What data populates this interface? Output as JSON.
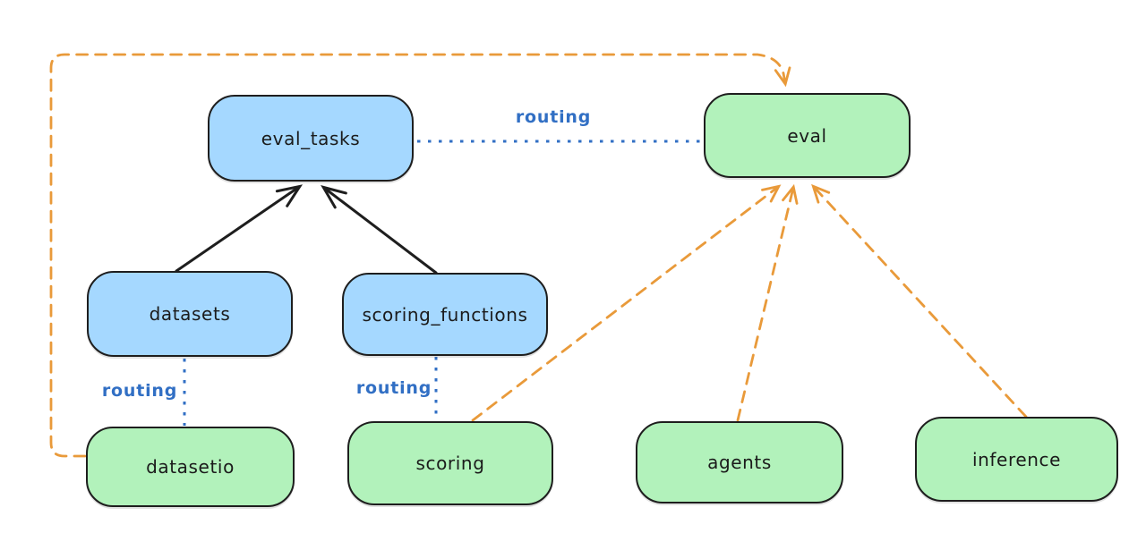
{
  "diagram": {
    "kind": "hand-drawn architecture diagram",
    "nodes": {
      "eval_tasks": {
        "label": "eval_tasks",
        "fill": "blue"
      },
      "eval": {
        "label": "eval",
        "fill": "green"
      },
      "datasets": {
        "label": "datasets",
        "fill": "blue"
      },
      "scoring_functions": {
        "label": "scoring_functions",
        "fill": "blue"
      },
      "datasetio": {
        "label": "datasetio",
        "fill": "green"
      },
      "scoring": {
        "label": "scoring",
        "fill": "green"
      },
      "agents": {
        "label": "agents",
        "fill": "green"
      },
      "inference": {
        "label": "inference",
        "fill": "green"
      }
    },
    "edges": {
      "eval_tasks_to_eval": {
        "from": "eval_tasks",
        "to": "eval",
        "style": "dotted-blue",
        "label": "routing"
      },
      "datasets_to_datasetio": {
        "from": "datasets",
        "to": "datasetio",
        "style": "dotted-blue",
        "label": "routing"
      },
      "scoring_functions_to_scoring": {
        "from": "scoring_functions",
        "to": "scoring",
        "style": "dotted-blue",
        "label": "routing"
      },
      "datasets_to_eval_tasks": {
        "from": "datasets",
        "to": "eval_tasks",
        "style": "solid-black-arrow"
      },
      "scoring_functions_to_eval_tasks": {
        "from": "scoring_functions",
        "to": "eval_tasks",
        "style": "solid-black-arrow"
      },
      "datasetio_to_eval": {
        "from": "datasetio",
        "to": "eval",
        "style": "dashed-orange-arrow",
        "route": "loop around top-left"
      },
      "scoring_to_eval": {
        "from": "scoring",
        "to": "eval",
        "style": "dashed-orange-arrow"
      },
      "agents_to_eval": {
        "from": "agents",
        "to": "eval",
        "style": "dashed-orange-arrow"
      },
      "inference_to_eval": {
        "from": "inference",
        "to": "eval",
        "style": "dashed-orange-arrow"
      }
    }
  },
  "colors": {
    "node_blue_fill": "#a5d8ff",
    "node_green_fill": "#b2f2bb",
    "node_stroke": "#1e1e1e",
    "edge_orange": "#e99a3a",
    "edge_blue": "#316fc4",
    "arrow_black": "#1e1e1e",
    "background": "#ffffff"
  }
}
